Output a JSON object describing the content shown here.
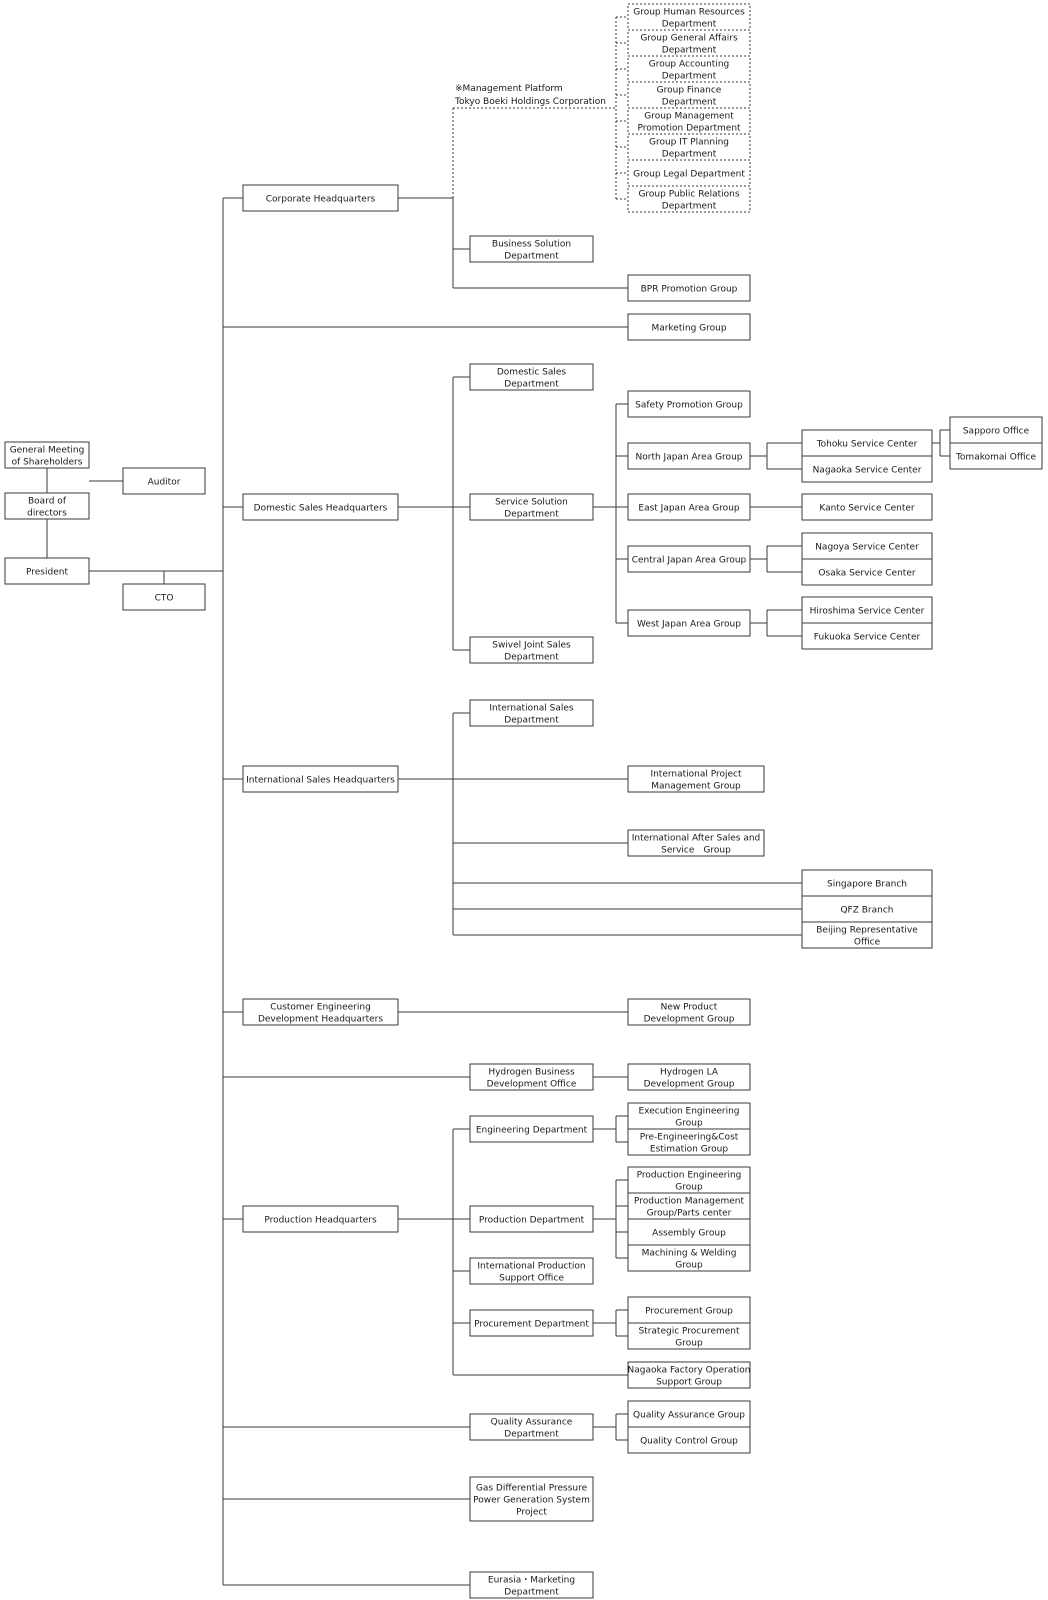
{
  "note": {
    "line1": "※Management Platform",
    "line2": "Tokyo Boeki Holdings Corporation"
  },
  "nodes": {
    "gms": [
      "General Meeting",
      "of Shareholders"
    ],
    "auditor": [
      "Auditor"
    ],
    "board": [
      "Board of",
      "directors"
    ],
    "president": [
      "President"
    ],
    "cto": [
      "CTO"
    ],
    "corp_hq": [
      "Corporate Headquarters"
    ],
    "g_hr": [
      "Group Human Resources",
      "Department"
    ],
    "g_ga": [
      "Group General Affairs",
      "Department"
    ],
    "g_acc": [
      "Group Accounting",
      "Department"
    ],
    "g_fin": [
      "Group Finance",
      "Department"
    ],
    "g_mgmt": [
      "Group Management",
      "Promotion Department"
    ],
    "g_it": [
      "Group IT Planning",
      "Department"
    ],
    "g_legal": [
      "Group Legal Department"
    ],
    "g_pr": [
      "Group Public Relations",
      "Department"
    ],
    "biz_sol": [
      "Business Solution",
      "Department"
    ],
    "bpr": [
      "BPR Promotion Group"
    ],
    "marketing": [
      "Marketing Group"
    ],
    "dom_hq": [
      "Domestic  Sales Headquarters"
    ],
    "dom_sales": [
      "Domestic Sales",
      "Department"
    ],
    "svc_sol": [
      "Service Solution",
      "Department"
    ],
    "swivel": [
      "Swivel Joint Sales",
      "Department"
    ],
    "safety": [
      "Safety Promotion Group"
    ],
    "north": [
      "North Japan Area Group"
    ],
    "east": [
      "East Japan Area Group"
    ],
    "central": [
      "Central Japan Area Group"
    ],
    "west": [
      "West Japan Area Group"
    ],
    "tohoku": [
      "Tohoku Service Center"
    ],
    "nagaoka_sc": [
      "Nagaoka Service Center"
    ],
    "sapporo": [
      "Sapporo Office"
    ],
    "tomakomai": [
      "Tomakomai Office"
    ],
    "kanto": [
      "Kanto Service Center"
    ],
    "nagoya": [
      "Nagoya Service Center"
    ],
    "osaka": [
      "Osaka Service Center"
    ],
    "hiroshima": [
      "Hiroshima Service Center"
    ],
    "fukuoka": [
      "Fukuoka Service Center"
    ],
    "intl_hq": [
      "International Sales Headquarters"
    ],
    "intl_sales": [
      "International Sales",
      "Department"
    ],
    "intl_pm": [
      "International Project",
      "Management Group"
    ],
    "intl_after": [
      "International After Sales and",
      "Service　Group"
    ],
    "singapore": [
      "Singapore Branch"
    ],
    "qfz": [
      "QFZ Branch"
    ],
    "beijing": [
      "Beijing Representative",
      "Office"
    ],
    "ce_hq": [
      "Customer Engineering",
      "Development Headquarters"
    ],
    "new_prod": [
      "New Product",
      "Development Group"
    ],
    "h2_office": [
      "Hydrogen Business",
      "Development Office"
    ],
    "h2_la": [
      "Hydrogen LA",
      "Development Group"
    ],
    "prod_hq": [
      "Production Headquarters"
    ],
    "eng_dept": [
      "Engineering Department"
    ],
    "exec_eng": [
      "Execution Engineering",
      "Group"
    ],
    "pre_eng": [
      "Pre-Engineering&Cost",
      "Estimation Group"
    ],
    "prod_dept": [
      "Production Department"
    ],
    "prod_eng": [
      "Production Engineering",
      "Group"
    ],
    "prod_mgmt": [
      "Production Management",
      "Group/Parts center"
    ],
    "assembly": [
      "Assembly Group"
    ],
    "machining": [
      "Machining & Welding",
      "Group"
    ],
    "intl_prod": [
      "International Production",
      "Support Office"
    ],
    "proc_dept": [
      "Procurement Department"
    ],
    "proc_grp": [
      "Procurement Group"
    ],
    "strat_proc": [
      "Strategic Procurement",
      "Group"
    ],
    "nagaoka_fac": [
      "Nagaoka Factory Operation",
      "Support Group"
    ],
    "qa_dept": [
      "Quality Assurance",
      "Department"
    ],
    "qa_grp": [
      "Quality Assurance Group"
    ],
    "qc_grp": [
      "Quality Control Group"
    ],
    "gas_diff": [
      "Gas Differential Pressure",
      "Power Generation System",
      "Project"
    ],
    "eurasia": [
      "Eurasia・Marketing",
      "Department"
    ]
  },
  "colors": {
    "line": "#3a3a3a",
    "box_fill": "#ffffff",
    "text": "#1a1a1a"
  }
}
